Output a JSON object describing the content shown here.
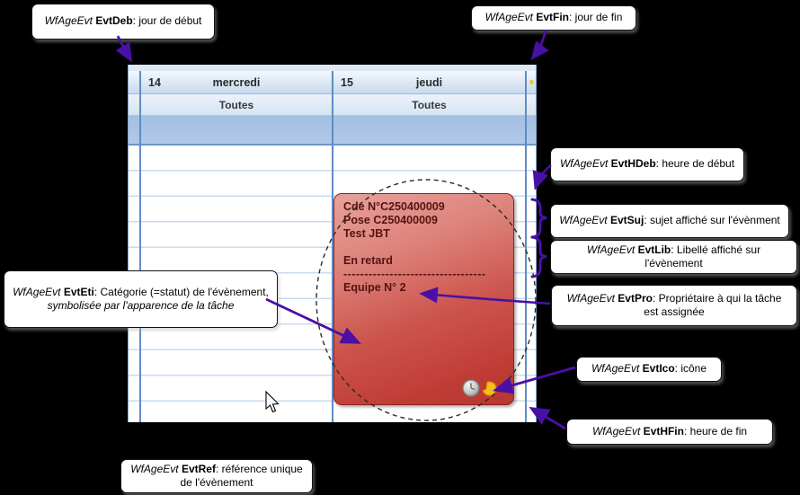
{
  "colors": {
    "accent": "#4a10a6",
    "event_top": "#e7a19a",
    "event_bottom": "#b93731",
    "event_border": "#8f211c",
    "event_text": "#541310",
    "grid_line": "#c9dbf0",
    "column_line": "#5f8cc6"
  },
  "calendar": {
    "columns": [
      {
        "day_number": "14",
        "day_name": "mercredi",
        "filter_label": "Toutes"
      },
      {
        "day_number": "15",
        "day_name": "jeudi",
        "filter_label": "Toutes"
      }
    ]
  },
  "event_card": {
    "subject_lines": [
      "Cde N°C250400009",
      "Pose C250400009",
      "Test JBT"
    ],
    "status_label": "En retard",
    "separator": "----------------------------------",
    "owner_label": "Equipe N° 2",
    "icons": [
      "clock-icon",
      "yellow-badge-icon"
    ]
  },
  "annotations": {
    "evtdeb": {
      "prefix": "WfAgeEvt",
      "field": "EvtDeb",
      "desc": ": jour de début"
    },
    "evtfin": {
      "prefix": "WfAgeEvt",
      "field": "EvtFin",
      "desc": ": jour de fin"
    },
    "evthdeb": {
      "prefix": "WfAgeEvt",
      "field": "EvtHDeb",
      "desc": ": heure de début"
    },
    "evtsuj": {
      "prefix": "WfAgeEvt",
      "field": "EvtSuj",
      "desc": ": sujet affiché sur l'évènment"
    },
    "evtlib": {
      "prefix": "WfAgeEvt",
      "field": "EvtLib",
      "desc": ": Libellé affiché sur l'évènement"
    },
    "evtpro": {
      "prefix": "WfAgeEvt",
      "field": "EvtPro",
      "desc": ": Propriétaire à qui la tâche est assignée"
    },
    "evtico": {
      "prefix": "WfAgeEvt",
      "field": "EvtIco",
      "desc": ": icône"
    },
    "evthfin": {
      "prefix": "WfAgeEvt",
      "field": "EvtHFin",
      "desc": ": heure de fin"
    },
    "evteti": {
      "prefix": "WfAgeEvt",
      "field": "EvtEti",
      "desc": ": Catégorie (=statut)  de l'évènement, ",
      "desc_italic": "symbolisée par l'apparence de la tâche"
    },
    "evtref": {
      "prefix": "WfAgeEvt",
      "field": "EvtRef",
      "desc": ": référence unique de l'évènement"
    }
  }
}
